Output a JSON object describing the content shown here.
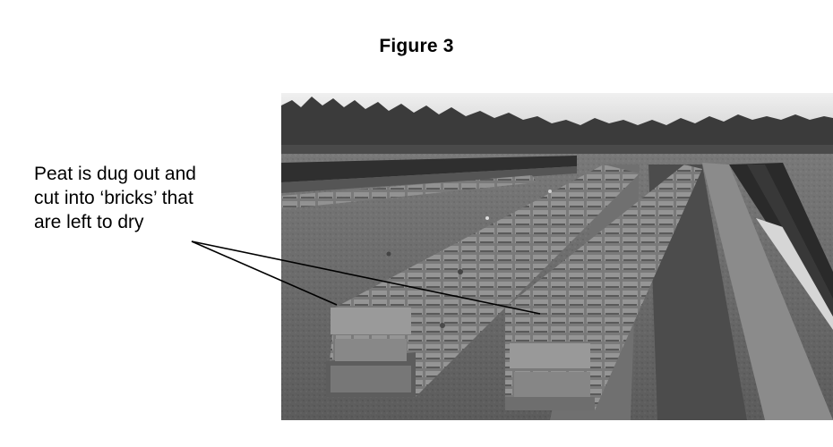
{
  "figure": {
    "title": "Figure 3",
    "caption_lines": [
      "Peat is dug out and",
      "cut into ‘bricks’ that",
      "are left to dry"
    ],
    "photo": {
      "subject": "peat-bricks-drying-in-field",
      "palette": {
        "sky": "#e8e8e8",
        "forest": "#3a3a3a",
        "soil": "#6f6f6f",
        "bricks": "#8a8a8a",
        "water": "#d9d9d9"
      }
    }
  }
}
